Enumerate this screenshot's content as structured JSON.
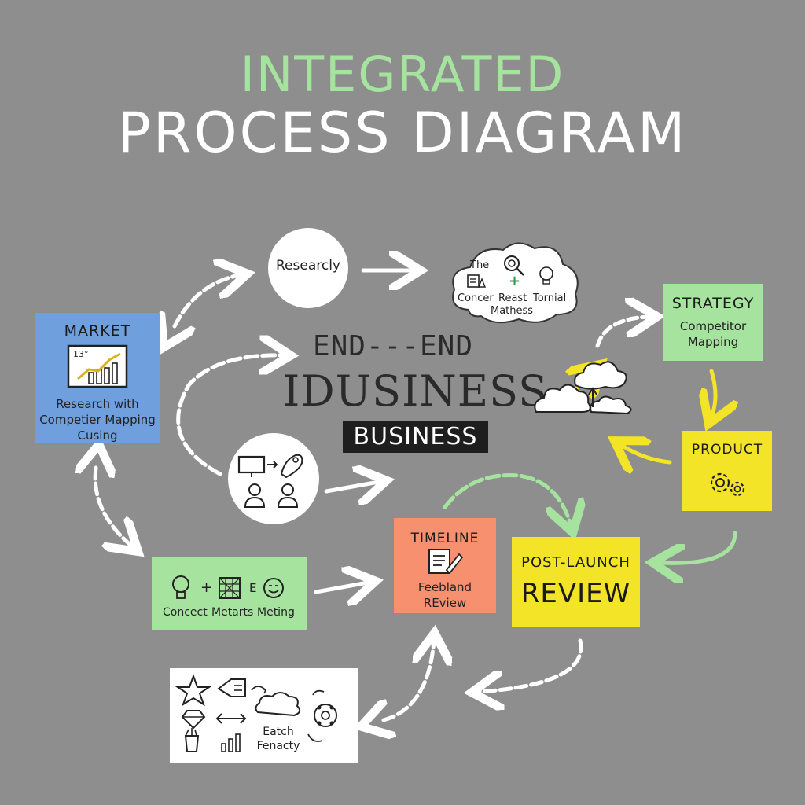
{
  "title": {
    "line1": "INTEGRATED",
    "line2": "PROCESS DIAGRAM"
  },
  "colors": {
    "background": "#8e8e8f",
    "green": "#a6e39f",
    "blue": "#6f9fdc",
    "yellow": "#f4e428",
    "orange": "#f6906f",
    "white": "#ffffff"
  },
  "center": {
    "line1": "END---END",
    "line2": "IDUSINESS",
    "line3": "BUSINESS"
  },
  "nodes": {
    "research_circle": {
      "label": "Researcly"
    },
    "cloud": {
      "the": "The",
      "concer": "Concer",
      "reast": "Reast",
      "tornial": "Tornial",
      "mathess": "Mathess"
    },
    "market": {
      "title": "MARKET",
      "chart_label": "13°",
      "line1": "Research with",
      "line2": "Competier Mapping",
      "line3": "Cusing"
    },
    "strategy": {
      "title": "STRATEGY",
      "line1": "Competitor",
      "line2": "Mapping"
    },
    "product": {
      "title": "PRODUCT"
    },
    "post_launch": {
      "title": "POST-LAUNCH",
      "big": "REVIEW"
    },
    "timeline": {
      "title": "TIMELINE",
      "line1": "Feebland",
      "line2": "REview"
    },
    "concept": {
      "plus": "+",
      "e": "E",
      "l1": "Concect",
      "l2": "Metarts",
      "l3": "Meting"
    },
    "bottom": {
      "line1": "Eatch",
      "line2": "Fenacty"
    }
  }
}
